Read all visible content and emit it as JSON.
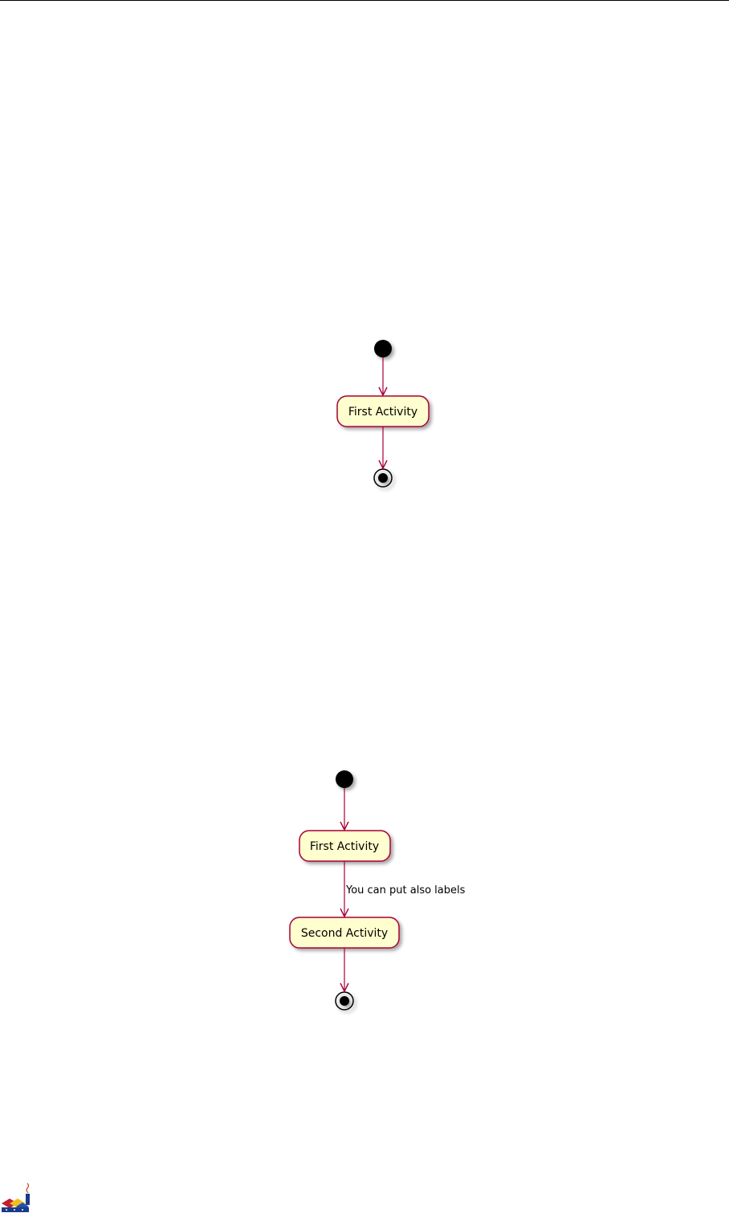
{
  "diagrams": [
    {
      "nodes": [
        {
          "kind": "start"
        },
        {
          "kind": "activity",
          "label": "First Activity"
        },
        {
          "kind": "end"
        }
      ],
      "edges": [
        {
          "from": 0,
          "to": 1,
          "label": ""
        },
        {
          "from": 1,
          "to": 2,
          "label": ""
        }
      ]
    },
    {
      "nodes": [
        {
          "kind": "start"
        },
        {
          "kind": "activity",
          "label": "First Activity"
        },
        {
          "kind": "activity",
          "label": "Second Activity"
        },
        {
          "kind": "end"
        }
      ],
      "edges": [
        {
          "from": 0,
          "to": 1,
          "label": ""
        },
        {
          "from": 1,
          "to": 2,
          "label": "You can put also labels"
        },
        {
          "from": 2,
          "to": 3,
          "label": ""
        }
      ]
    }
  ],
  "colors": {
    "activity_fill": "#FEFECE",
    "border": "#A80036",
    "edge": "#A80036",
    "start_fill": "#000000",
    "shadow": "#C8C8C8"
  },
  "footer": {
    "logo": "plantuml-logo-icon"
  }
}
